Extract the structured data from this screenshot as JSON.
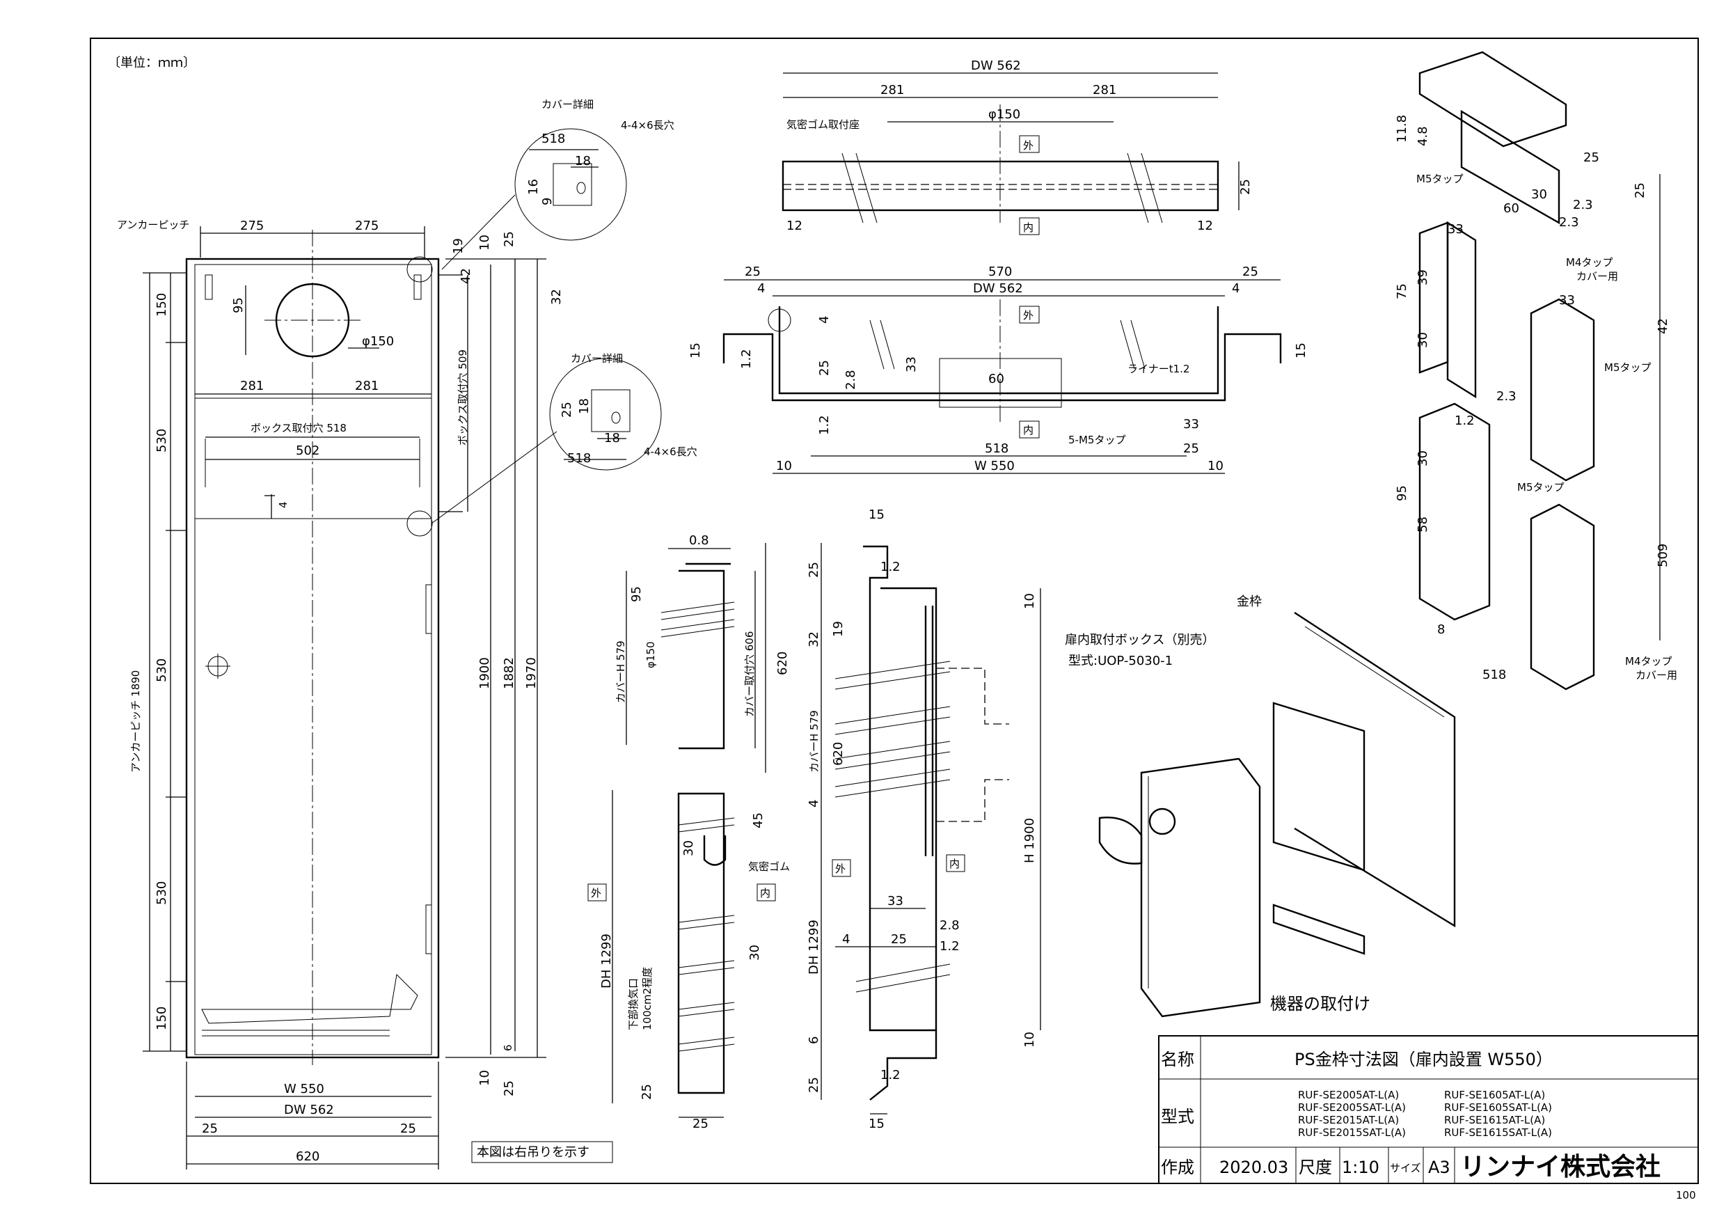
{
  "unit_note": "〔単位：ｍｍ〕",
  "page_number": "100",
  "title_block": {
    "name_label": "名称",
    "name_value": "PS金枠寸法図（扉内設置 W550）",
    "model_label": "型式",
    "models_left": [
      "RUF-SE2005AT-L(A)",
      "RUF-SE2005SAT-L(A)",
      "RUF-SE2015AT-L(A)",
      "RUF-SE2015SAT-L(A)"
    ],
    "models_right": [
      "RUF-SE1605AT-L(A)",
      "RUF-SE1605SAT-L(A)",
      "RUF-SE1615AT-L(A)",
      "RUF-SE1615SAT-L(A)"
    ],
    "made_label": "作成",
    "date": "2020.03",
    "scale_label": "尺度",
    "scale": "1:10",
    "size_label": "サイズ",
    "size": "A3",
    "company": "リンナイ株式会社"
  },
  "front_view": {
    "anchor_pitch_label": "アンカーピッチ",
    "anchor_pitch_v": "アンカーピッチ 1890",
    "box_hole_label": "ボックス取付穴 518",
    "box_hole_v": "ボックス取付穴 509",
    "hinge_note": "本図は右吊りを示す",
    "dims": {
      "d275": "275",
      "d19": "19",
      "d10": "10",
      "d25": "25",
      "d32": "32",
      "d42": "42",
      "d95": "95",
      "d150": "φ150",
      "d281": "281",
      "d502": "502",
      "d4": "4",
      "d150v": "150",
      "d530": "530",
      "d1900": "1900",
      "d1882": "1882",
      "d1970": "1970",
      "d6": "6",
      "w550": "W 550",
      "dw562": "DW 562",
      "d620": "620"
    }
  },
  "cover_detail": {
    "title": "カバー詳細",
    "hole": "4-4×6長穴",
    "d518": "518",
    "d18": "18",
    "d16": "16",
    "d9": "9",
    "d25": "25"
  },
  "top_view": {
    "dw562": "DW 562",
    "d281": "281",
    "d150": "φ150",
    "gasket": "気密ゴム取付座",
    "outside": "外",
    "inside": "内",
    "d25": "25",
    "d12": "12"
  },
  "section_view": {
    "d25": "25",
    "d570": "570",
    "dw562": "DW 562",
    "d4": "4",
    "d15": "15",
    "d12": "1.2",
    "d28": "2.8",
    "d33": "33",
    "d60": "60",
    "liner": "ライナーt1.2",
    "outside": "外",
    "inside": "内",
    "d518": "518",
    "tap": "5-M5タップ",
    "d10": "10",
    "w550": "W 550"
  },
  "side_cover": {
    "d08": "0.8",
    "d95": "95",
    "phi150": "φ150",
    "cover_h": "カバーH 579",
    "cover_hole": "カバー取付穴 606",
    "d620": "620",
    "d45": "45",
    "d30": "30",
    "gasket": "気密ゴム",
    "outside": "外",
    "inside": "内",
    "dh": "DH 1299",
    "vent": "下部換気口",
    "vent2": "100cm2程度",
    "d25": "25"
  },
  "side_frame": {
    "d15": "15",
    "d12": "1.2",
    "d25": "25",
    "d10": "10",
    "d32": "32",
    "d19": "19",
    "cover_h": "カバーH 579",
    "d620": "620",
    "d4": "4",
    "h1900": "H 1900",
    "outside": "外",
    "inside": "内",
    "d33": "33",
    "d28": "2.8",
    "dh": "DH 1299",
    "d6": "6"
  },
  "bracket_views": {
    "d118": "11.8",
    "d48": "4.8",
    "d25": "25",
    "m5": "M5タップ",
    "d60": "60",
    "d30": "30",
    "d23": "2.3",
    "d33": "33",
    "d75": "75",
    "d39": "39",
    "m4": "M4タップ",
    "cover": "カバー用",
    "d42": "42",
    "d12": "1.2",
    "d95": "95",
    "d58": "58",
    "d509": "509",
    "d8": "8",
    "d518": "518"
  },
  "iso_view": {
    "frame": "金枠",
    "box": "扉内取付ボックス（別売）",
    "box_model": "型式:UOP-5030-1",
    "caption": "機器の取付け"
  }
}
